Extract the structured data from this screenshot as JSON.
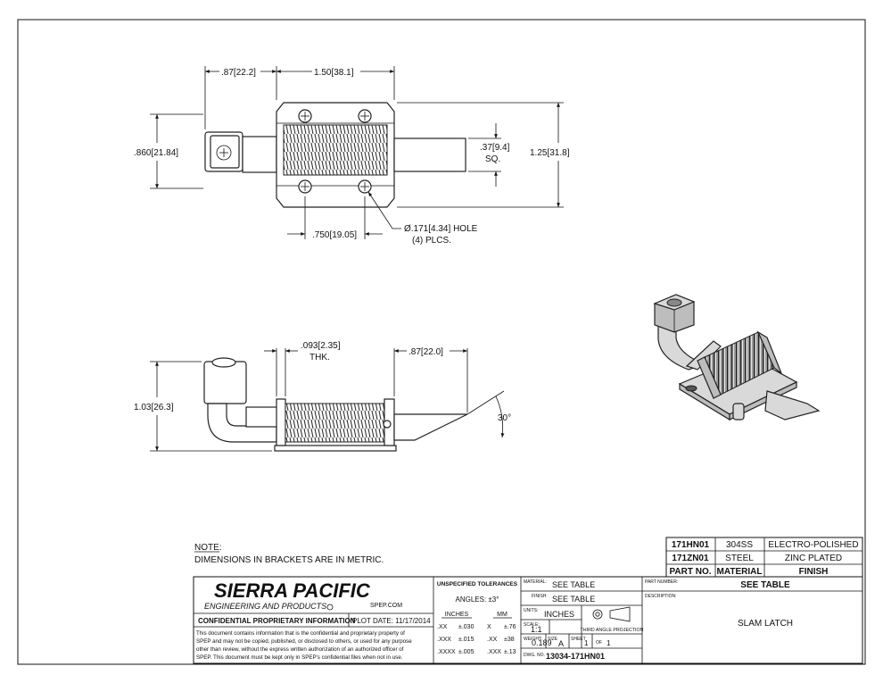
{
  "top_view": {
    "dim_left_len": ".87",
    "dim_left_len_mm": "22.2",
    "dim_body_width": "1.50",
    "dim_body_width_mm": "38.1",
    "dim_knob_height": ".860",
    "dim_knob_height_mm": "21.84",
    "dim_bolt_sq": ".37",
    "dim_bolt_sq_mm": "9.4",
    "dim_bolt_sq_note": "SQ.",
    "dim_body_height": "1.25",
    "dim_body_height_mm": "31.8",
    "dim_hole_spacing": ".750",
    "dim_hole_spacing_mm": "19.05",
    "hole_note_prefix": "Ø.171",
    "hole_note_mm": "4.34",
    "hole_note_suffix": "HOLE",
    "hole_note_count": "(4) PLCS."
  },
  "side_view": {
    "dim_thk": ".093",
    "dim_thk_mm": "2.35",
    "dim_thk_note": "THK.",
    "dim_right_len": ".87",
    "dim_right_len_mm": "22.0",
    "dim_height": "1.03",
    "dim_height_mm": "26.3",
    "dim_angle": "30°"
  },
  "notes": {
    "title": "NOTE:",
    "text": "DIMENSIONS IN BRACKETS ARE IN METRIC."
  },
  "parts_table": {
    "rows": [
      {
        "part": "171HN01",
        "material": "304SS",
        "finish": "ELECTRO-POLISHED"
      },
      {
        "part": "171ZN01",
        "material": "STEEL",
        "finish": "ZINC PLATED"
      }
    ],
    "headers": {
      "part": "PART NO.",
      "material": "MATERIAL",
      "finish": "FINISH"
    }
  },
  "title_block": {
    "company": "SIERRA PACIFIC",
    "company_sub": "ENGINEERING AND PRODUCTS",
    "website": "SPEP.COM",
    "confidential_title": "CONFIDENTIAL PROPRIETARY INFORMATION",
    "plot_date": "PLOT DATE: 11/17/2014",
    "confidential_lines": [
      "This document contains information that is the confidential and proprietary property of",
      "SPEP and may not be copied, published, or disclosed to others, or used for any purpose",
      "other than review, without the express written authorization of an authorized officer of",
      "SPEP. This document must be kept only in SPEP's confidential files when not in use."
    ],
    "tolerances_title": "UNSPECIFIED TOLERANCES",
    "angles": "ANGLES: ±3°",
    "inches_label": "INCHES",
    "mm_label": "MM",
    "tol_rows": [
      {
        "in_fmt": ".XX",
        "in_tol": "±.030",
        "mm_fmt": "X",
        "mm_tol": "±.76"
      },
      {
        "in_fmt": ".XXX",
        "in_tol": "±.015",
        "mm_fmt": ".XX",
        "mm_tol": "±38"
      },
      {
        "in_fmt": ".XXXX",
        "in_tol": "±.005",
        "mm_fmt": ".XXX",
        "mm_tol": "±.13"
      }
    ],
    "material_label": "MATERIAL:",
    "material_value": "SEE TABLE",
    "finish_label": "FINISH:",
    "finish_value": "SEE TABLE",
    "units_label": "UNITS:",
    "units_value": "INCHES",
    "projection_label": "THIRD ANGLE PROJECTION",
    "scale_label": "SCALE:",
    "scale_value": "1:1",
    "weight_label": "WEIGHT:",
    "weight_value": "0.189",
    "size_label": "SIZE",
    "size_value": "A",
    "sheet_label": "SHEET",
    "sheet_value": "1",
    "of_label": "OF",
    "sheet_total": "1",
    "dwg_label": "DWG. NO.",
    "dwg_value": "13034-171HN01",
    "part_number_label": "PART NUMBER:",
    "part_number_value": "SEE TABLE",
    "description_label": "DESCRIPTION:",
    "description_value": "SLAM LATCH"
  }
}
